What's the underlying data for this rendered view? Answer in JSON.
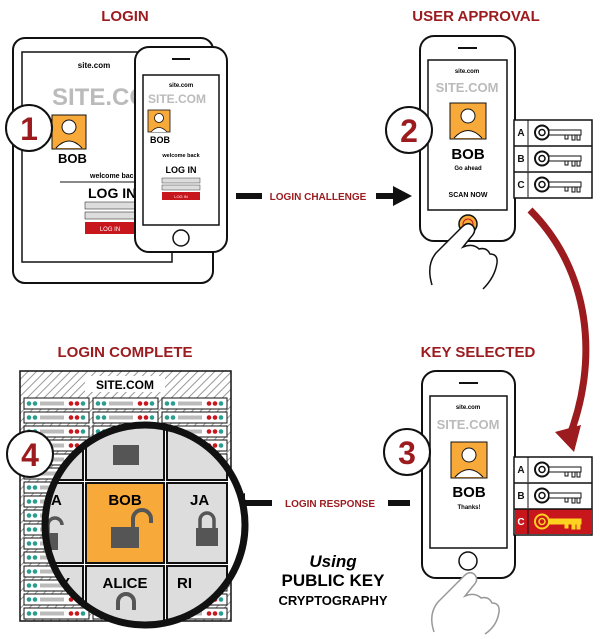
{
  "steps": {
    "login": {
      "title": "LOGIN",
      "number": "1"
    },
    "approval": {
      "title": "USER APPROVAL",
      "number": "2"
    },
    "selected": {
      "title": "KEY SELECTED",
      "number": "3"
    },
    "complete": {
      "title": "LOGIN COMPLETE",
      "number": "4"
    }
  },
  "site": {
    "url": "site.com",
    "brand": "SITE.COM",
    "user": "BOB",
    "welcome": "welcome back",
    "login_heading": "LOG IN",
    "login_button": "LOG IN",
    "go_ahead": "Go ahead",
    "scan_now": "SCAN NOW",
    "thanks": "Thanks!"
  },
  "arrows": {
    "challenge": "LOGIN CHALLENGE",
    "response": "LOGIN RESPONSE"
  },
  "keys": [
    "A",
    "B",
    "C"
  ],
  "server": {
    "brand": "SITE.COM",
    "cells": {
      "left": "A",
      "center": "BOB",
      "right": "JA",
      "bottom_left": "Y",
      "bottom_center": "ALICE",
      "bottom_right": "RI"
    }
  },
  "caption": {
    "using": "Using",
    "line1": "PUBLIC KEY",
    "line2": "CRYPTOGRAPHY"
  },
  "colors": {
    "accent": "#9b1b1e",
    "avatar": "#f7a93a",
    "selected_key_bg": "#c8161d",
    "key_fill": "#ffd21f"
  },
  "icons": {
    "padlock": "padlock-icon",
    "hand": "hand-icon",
    "key": "key-icon"
  }
}
